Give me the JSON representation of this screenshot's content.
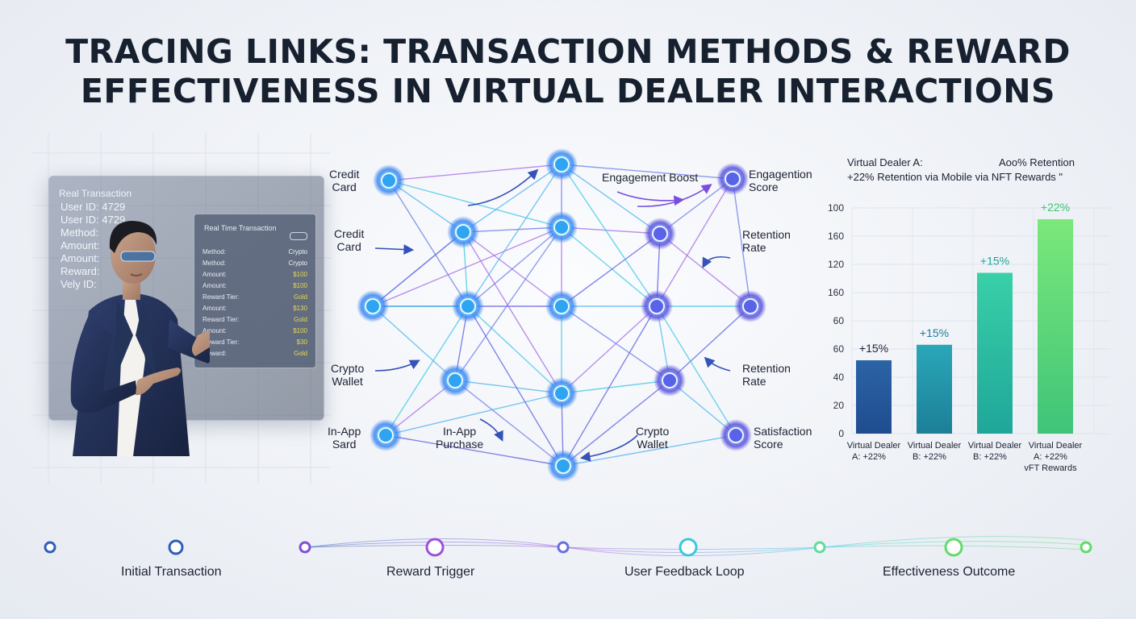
{
  "title_line1": "TRACING LINKS: TRANSACTION METHODS & REWARD",
  "title_line2": "EFFECTIVENESS IN VIRTUAL DEALER INTERACTIONS",
  "screen": {
    "header": "Real Transaction",
    "fields": [
      "User ID: 4729",
      "User ID: 4729",
      "Method:",
      "Amount:",
      "Amount:",
      "Reward:",
      "Vely ID:"
    ],
    "sub_header": "Real Time Transaction",
    "rows": [
      {
        "k": "Method:",
        "v": "Crypto",
        "w": true
      },
      {
        "k": "Method:",
        "v": "Crypto",
        "w": true
      },
      {
        "k": "Amount:",
        "v": "$100"
      },
      {
        "k": "Amount:",
        "v": "$100"
      },
      {
        "k": "Reward Tier:",
        "v": "Gold"
      },
      {
        "k": "Amount:",
        "v": "$130"
      },
      {
        "k": "Reward Tier:",
        "v": "Gold"
      },
      {
        "k": "Amount:",
        "v": "$100"
      },
      {
        "k": "Reward Tier:",
        "v": "$30"
      },
      {
        "k": "Reward:",
        "v": "Gold"
      }
    ]
  },
  "network_labels": {
    "credit_card_1": [
      "Credit",
      "Card"
    ],
    "credit_card_2": [
      "Credit",
      "Card"
    ],
    "crypto_wallet_left": [
      "Crypto",
      "Wallet"
    ],
    "in_app_sard": [
      "In-App",
      "Sard"
    ],
    "in_app_purchase": [
      "In-App",
      "Purchase"
    ],
    "crypto_wallet_right": [
      "Crypto",
      "Wallet"
    ],
    "engagement_boost": "Engagement Boost",
    "engagement_score": [
      "Engagention",
      "Score"
    ],
    "retention_rate_1": [
      "Retention",
      "Rate"
    ],
    "retention_rate_2": [
      "Retention",
      "Rate"
    ],
    "satisfaction_score": [
      "Satisfaction",
      "Score"
    ]
  },
  "chart_data": {
    "type": "bar",
    "subtitle_left": "Virtual Dealer A:",
    "subtitle_right": "Aoo% Retention",
    "subtitle_line2": "+22% Retention via Mobile via NFT Rewards \"",
    "y_tick_labels": [
      "100",
      "160",
      "120",
      "160",
      "60",
      "60",
      "40",
      "20",
      "0"
    ],
    "categories": [
      [
        "Virtual Dealer",
        "A: +22%"
      ],
      [
        "Virtual Dealer",
        "B: +22%"
      ],
      [
        "Virtual Dealer",
        "B: +22%"
      ],
      [
        "Virtual Dealer",
        "A: +22%",
        "vFT Rewards"
      ]
    ],
    "values": [
      52,
      63,
      114,
      152
    ],
    "value_labels": [
      "+15%",
      "+15%",
      "+15%",
      "+22%"
    ],
    "colors": [
      [
        "#2b64a6",
        "#1f4c8f"
      ],
      [
        "#2aa7b8",
        "#1c7f98"
      ],
      [
        "#39d0a8",
        "#1fa69a"
      ],
      [
        "#7be87a",
        "#3fc479"
      ]
    ]
  },
  "timeline": {
    "labels": [
      "Initial Transaction",
      "Reward Trigger",
      "User Feedback Loop",
      "Effectiveness Outcome"
    ]
  }
}
